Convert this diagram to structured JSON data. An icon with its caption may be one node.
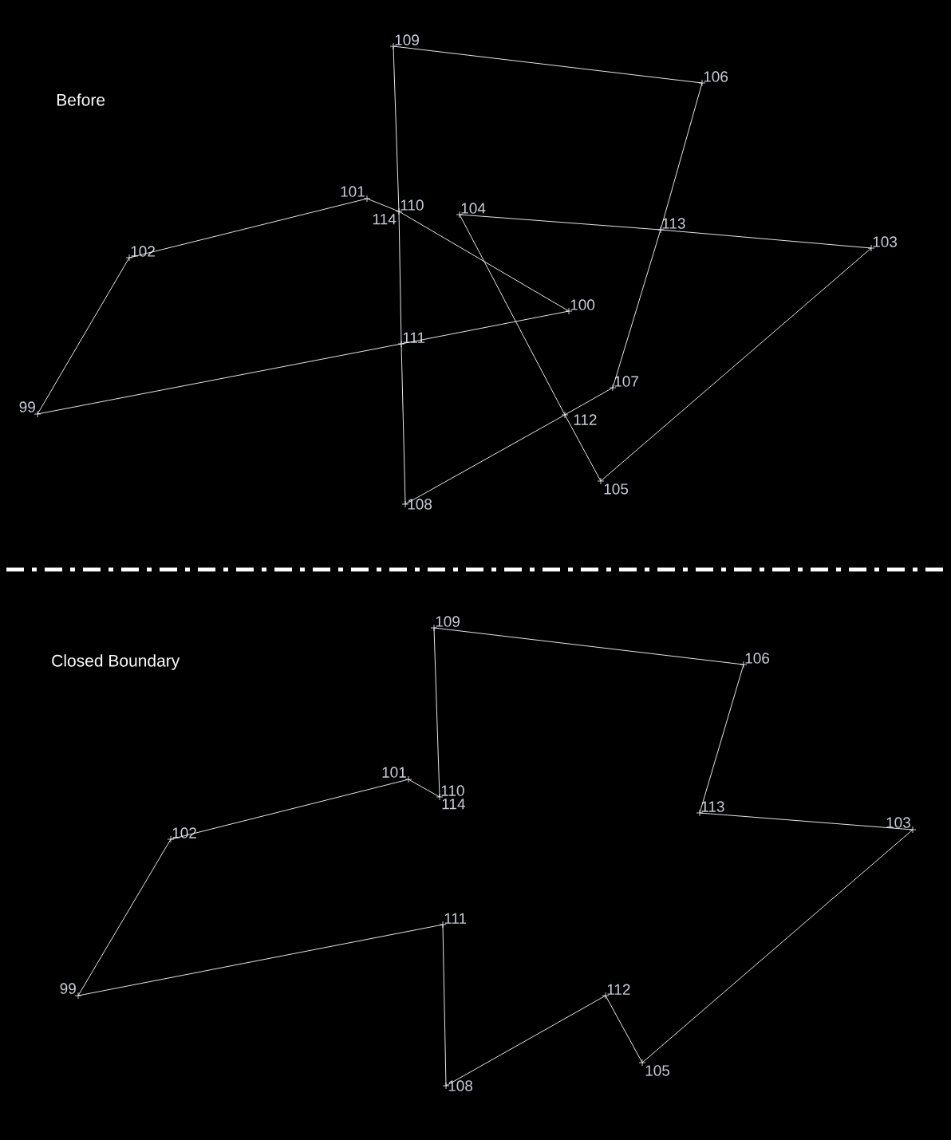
{
  "diagram": {
    "nodes": [
      {
        "text": [
          "99"
        ]
      },
      {
        "text": [
          "100"
        ]
      },
      {
        "text": [
          "101"
        ]
      },
      {
        "text": [
          "102"
        ]
      },
      {
        "text": [
          "103"
        ]
      },
      {
        "text": [
          "104"
        ]
      },
      {
        "text": [
          "105"
        ]
      },
      {
        "text": [
          "106"
        ]
      },
      {
        "text": [
          "107"
        ]
      },
      {
        "text": [
          "108"
        ]
      },
      {
        "text": [
          "109"
        ]
      },
      {
        "text": [
          "110",
          "114"
        ]
      },
      {
        "text": [
          "111"
        ]
      },
      {
        "text": [
          "112"
        ]
      },
      {
        "text": [
          "113"
        ]
      },
      {
        "text": [
          "99"
        ]
      },
      {
        "text": [
          "101"
        ]
      },
      {
        "text": [
          "102"
        ]
      },
      {
        "text": [
          "103"
        ]
      },
      {
        "text": [
          "105"
        ]
      },
      {
        "text": [
          "106"
        ]
      },
      {
        "text": [
          "108"
        ]
      },
      {
        "text": [
          "109"
        ]
      },
      {
        "text": [
          "110",
          "114"
        ]
      },
      {
        "text": [
          "111"
        ]
      },
      {
        "text": [
          "112"
        ]
      },
      {
        "text": [
          "113"
        ]
      }
    ],
    "edges": [
      {
        "from": 0,
        "to": 12,
        "arrow": "none"
      },
      {
        "from": 12,
        "to": 1,
        "arrow": "none"
      },
      {
        "from": 2,
        "to": 11,
        "arrow": "none"
      },
      {
        "from": 11,
        "to": 1,
        "arrow": "none"
      },
      {
        "from": 10,
        "to": 11,
        "arrow": "none"
      },
      {
        "from": 11,
        "to": 12,
        "arrow": "none"
      },
      {
        "from": 12,
        "to": 9,
        "arrow": "none"
      },
      {
        "from": 10,
        "to": 7,
        "arrow": "none"
      },
      {
        "from": 7,
        "to": 14,
        "arrow": "none"
      },
      {
        "from": 14,
        "to": 8,
        "arrow": "none"
      },
      {
        "from": 8,
        "to": 13,
        "arrow": "none"
      },
      {
        "from": 13,
        "to": 9,
        "arrow": "none"
      },
      {
        "from": 5,
        "to": 14,
        "arrow": "none"
      },
      {
        "from": 14,
        "to": 4,
        "arrow": "none"
      },
      {
        "from": 4,
        "to": 6,
        "arrow": "none"
      },
      {
        "from": 6,
        "to": 13,
        "arrow": "none"
      },
      {
        "from": 13,
        "to": 5,
        "arrow": "none"
      },
      {
        "from": 0,
        "to": 3,
        "arrow": "none"
      },
      {
        "from": 3,
        "to": 2,
        "arrow": "none"
      },
      {
        "from": 15,
        "to": 17,
        "arrow": "none"
      },
      {
        "from": 17,
        "to": 16,
        "arrow": "none"
      },
      {
        "from": 16,
        "to": 23,
        "arrow": "none"
      },
      {
        "from": 23,
        "to": 22,
        "arrow": "none"
      },
      {
        "from": 22,
        "to": 20,
        "arrow": "none"
      },
      {
        "from": 20,
        "to": 26,
        "arrow": "none"
      },
      {
        "from": 26,
        "to": 18,
        "arrow": "none"
      },
      {
        "from": 18,
        "to": 19,
        "arrow": "none"
      },
      {
        "from": 19,
        "to": 25,
        "arrow": "none"
      },
      {
        "from": 25,
        "to": 21,
        "arrow": "none"
      },
      {
        "from": 21,
        "to": 24,
        "arrow": "none"
      },
      {
        "from": 24,
        "to": 15,
        "arrow": "none"
      }
    ],
    "labels": [
      "Before",
      "Closed Boundary"
    ]
  }
}
